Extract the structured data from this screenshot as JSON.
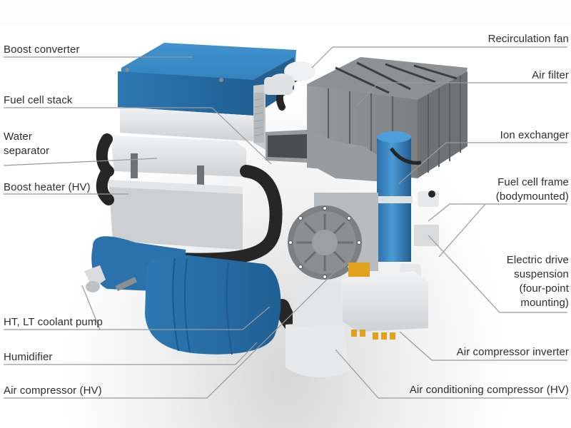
{
  "diagram": {
    "type": "labeled-illustration",
    "subject": "Fuel cell system assembly",
    "colors": {
      "accent_blue": "#2f7db8",
      "housing_grey": "#8a8d90",
      "light_grey": "#d9dbdd",
      "hose_black": "#262626",
      "connector_yellow": "#e0a21c",
      "label_text": "#2e2e2e",
      "leader_line": "#9a9a9a"
    },
    "labels_left": [
      {
        "id": "boost-converter",
        "text": "Boost converter"
      },
      {
        "id": "fuel-cell-stack",
        "text": "Fuel cell stack"
      },
      {
        "id": "water-separator",
        "text": "Water\nseparator"
      },
      {
        "id": "boost-heater",
        "text": "Boost heater (HV)"
      },
      {
        "id": "coolant-pump",
        "text": "HT, LT coolant pump"
      },
      {
        "id": "humidifier",
        "text": "Humidifier"
      },
      {
        "id": "air-compressor",
        "text": "Air compressor (HV)"
      }
    ],
    "labels_right": [
      {
        "id": "recirculation-fan",
        "text": "Recirculation fan"
      },
      {
        "id": "air-filter",
        "text": "Air filter"
      },
      {
        "id": "ion-exchanger",
        "text": "Ion exchanger"
      },
      {
        "id": "fuel-cell-frame",
        "text": "Fuel cell frame\n(bodymounted)"
      },
      {
        "id": "electric-drive-suspension",
        "text": "Electric drive\nsuspension\n(four-point\nmounting)"
      },
      {
        "id": "air-compressor-inverter",
        "text": "Air compressor inverter"
      },
      {
        "id": "air-conditioning-compressor",
        "text": "Air conditioning compressor (HV)"
      }
    ]
  }
}
